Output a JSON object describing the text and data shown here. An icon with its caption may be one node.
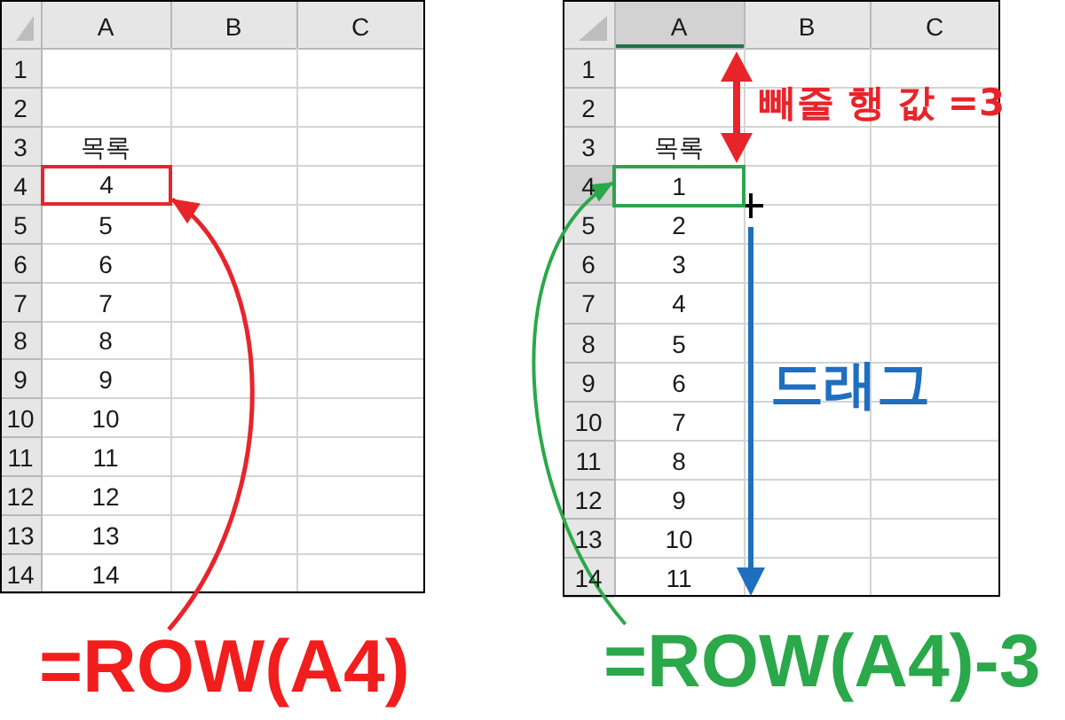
{
  "diagram": {
    "nodes": [
      {
        "text": [
          "4"
        ]
      },
      {
        "text": [
          "=ROW(A4)"
        ]
      },
      {
        "text": [
          "1"
        ]
      },
      {
        "text": [
          "=ROW(A4)-3"
        ]
      }
    ],
    "edges": [
      {
        "from": 1,
        "to": 0,
        "arrow": "to",
        "color": "#e8242b"
      },
      {
        "from": 3,
        "to": 2,
        "arrow": "to",
        "color": "#2ba84a"
      }
    ],
    "labels": [
      "A",
      "B",
      "C",
      "1",
      "2",
      "3",
      "목록",
      "4",
      "5",
      "5",
      "6",
      "6",
      "7",
      "7",
      "8",
      "8",
      "9",
      "9",
      "10",
      "10",
      "11",
      "11",
      "12",
      "12",
      "13",
      "13",
      "14",
      "14",
      "A",
      "B",
      "C",
      "1",
      "2",
      "3",
      "목록",
      "4",
      "5",
      "2",
      "6",
      "3",
      "7",
      "4",
      "8",
      "5",
      "9",
      "6",
      "10",
      "7",
      "11",
      "8",
      "12",
      "9",
      "13",
      "10",
      "14",
      "11",
      "빼줄 행 값 =3",
      "드래그"
    ]
  }
}
